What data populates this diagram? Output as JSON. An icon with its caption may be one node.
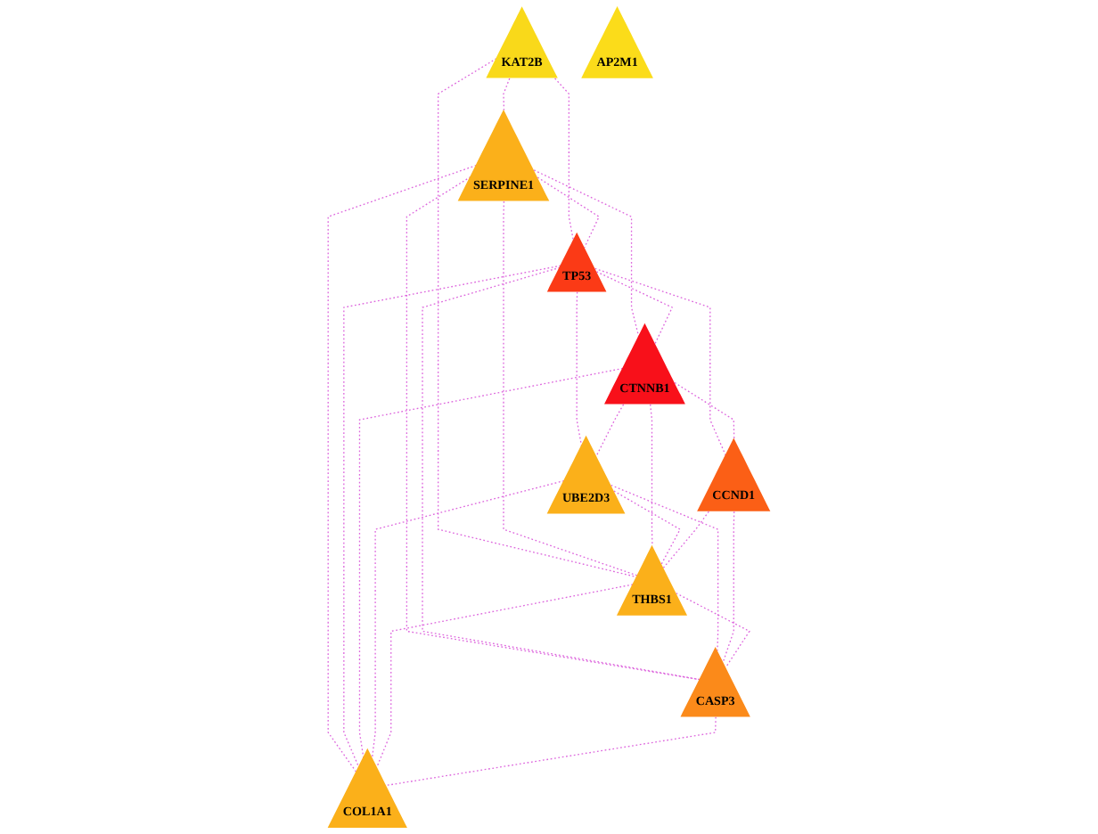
{
  "diagram": {
    "nodes": [
      {
        "text": [
          "KAT2B"
        ]
      },
      {
        "text": [
          "AP2M1"
        ]
      },
      {
        "text": [
          "SERPINE1"
        ]
      },
      {
        "text": [
          "TP53"
        ]
      },
      {
        "text": [
          "CTNNB1"
        ]
      },
      {
        "text": [
          "UBE2D3"
        ]
      },
      {
        "text": [
          "CASP3"
        ]
      },
      {
        "text": [
          "CCND1"
        ]
      },
      {
        "text": [
          "THBS1"
        ]
      },
      {
        "text": [
          "COL1A1"
        ]
      }
    ],
    "edges": [
      {
        "from": 0,
        "to": 2,
        "arrow": "none",
        "style": "dashed"
      },
      {
        "from": 0,
        "to": 3,
        "arrow": "none",
        "style": "dashed"
      },
      {
        "from": 0,
        "to": 8,
        "arrow": "none",
        "style": "dashed"
      },
      {
        "from": 2,
        "to": 3,
        "arrow": "none",
        "style": "dashed"
      },
      {
        "from": 2,
        "to": 4,
        "arrow": "none",
        "style": "dashed"
      },
      {
        "from": 2,
        "to": 8,
        "arrow": "none",
        "style": "dashed"
      },
      {
        "from": 2,
        "to": 6,
        "arrow": "none",
        "style": "dashed"
      },
      {
        "from": 2,
        "to": 9,
        "arrow": "none",
        "style": "dashed"
      },
      {
        "from": 3,
        "to": 4,
        "arrow": "none",
        "style": "dashed"
      },
      {
        "from": 3,
        "to": 5,
        "arrow": "none",
        "style": "dashed"
      },
      {
        "from": 3,
        "to": 7,
        "arrow": "none",
        "style": "dashed"
      },
      {
        "from": 3,
        "to": 6,
        "arrow": "none",
        "style": "dashed"
      },
      {
        "from": 3,
        "to": 9,
        "arrow": "none",
        "style": "dashed"
      },
      {
        "from": 4,
        "to": 5,
        "arrow": "none",
        "style": "dashed"
      },
      {
        "from": 4,
        "to": 7,
        "arrow": "none",
        "style": "dashed"
      },
      {
        "from": 4,
        "to": 8,
        "arrow": "none",
        "style": "dashed"
      },
      {
        "from": 4,
        "to": 9,
        "arrow": "none",
        "style": "dashed"
      },
      {
        "from": 5,
        "to": 6,
        "arrow": "none",
        "style": "dashed"
      },
      {
        "from": 5,
        "to": 8,
        "arrow": "none",
        "style": "dashed"
      },
      {
        "from": 5,
        "to": 9,
        "arrow": "none",
        "style": "dashed"
      },
      {
        "from": 7,
        "to": 8,
        "arrow": "none",
        "style": "dashed"
      },
      {
        "from": 7,
        "to": 6,
        "arrow": "none",
        "style": "dashed"
      },
      {
        "from": 8,
        "to": 6,
        "arrow": "none",
        "style": "dashed"
      },
      {
        "from": 8,
        "to": 9,
        "arrow": "none",
        "style": "dashed"
      },
      {
        "from": 6,
        "to": 9,
        "arrow": "none",
        "style": "dashed"
      }
    ]
  }
}
